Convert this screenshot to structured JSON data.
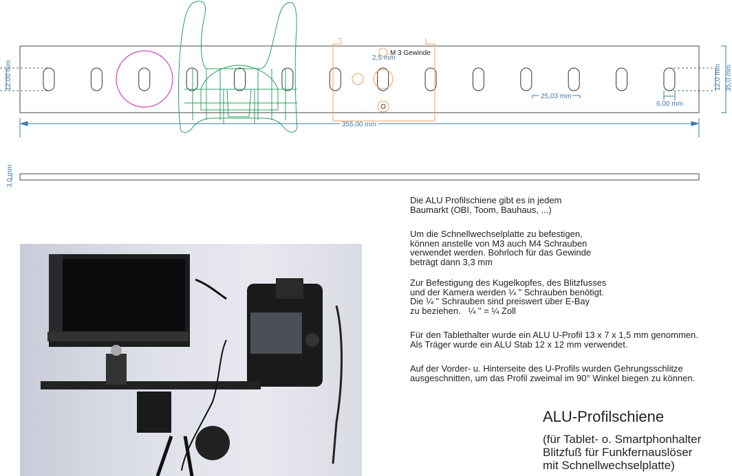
{
  "drawing": {
    "annotation_thread": "M 3 Gewinde",
    "dim_thread_hole": "2,5 mm",
    "dim_slot_height_left": "12,00 mm",
    "dim_slot_height_right": "12,0 mm",
    "dim_total_height": "35,0 mm",
    "dim_slot_pitch": "25,03 mm",
    "dim_slot_width": "6,00 mm",
    "dim_total_length": "355,00 mm",
    "dim_thickness": "3,0 mm",
    "colors": {
      "outline": "#333333",
      "dimension": "#3a78a8",
      "ballhead": "#d020b0",
      "bracket": "#2aa060",
      "plate": "#f0a060"
    }
  },
  "notes": {
    "p1": "Die ALU Profilschiene gibt es in jedem\nBaumarkt (OBI, Toom, Bauhaus, ...)",
    "p2": "Um die Schnellwechselplatte zu befestigen,\nkönnen anstelle von M3 auch M4 Schrauben\nverwendet werden. Bohrloch für das Gewinde\nbeträgt dann 3,3 mm",
    "p3": "Zur Befestigung des Kugelkopfes, des Blitzfusses\nund der Kamera werden ¼ \" Schrauben benötigt.\nDie ¼ \" Schrauben sind preiswert über E-Bay\nzu beziehen.   ¼ \" = ¼ Zoll",
    "p4": "Für den Tablethalter wurde ein ALU U-Profil 13 x 7 x 1,5 mm genommen.\nAls Träger wurde ein ALU Stab 12 x 12 mm verwendet.",
    "p5": "Auf der Vorder- u. Hinterseite des U-Profils wurden Gehrungsschlitze\nausgeschnitten, um das Profil zweimal im 90° Winkel biegen zu können."
  },
  "title": "ALU-Profilschiene",
  "subtitle": "(für Tablet- o. Smartphonhalter\nBlitzfuß für Funkfernauslöser\nmit Schnellwechselplatte)"
}
